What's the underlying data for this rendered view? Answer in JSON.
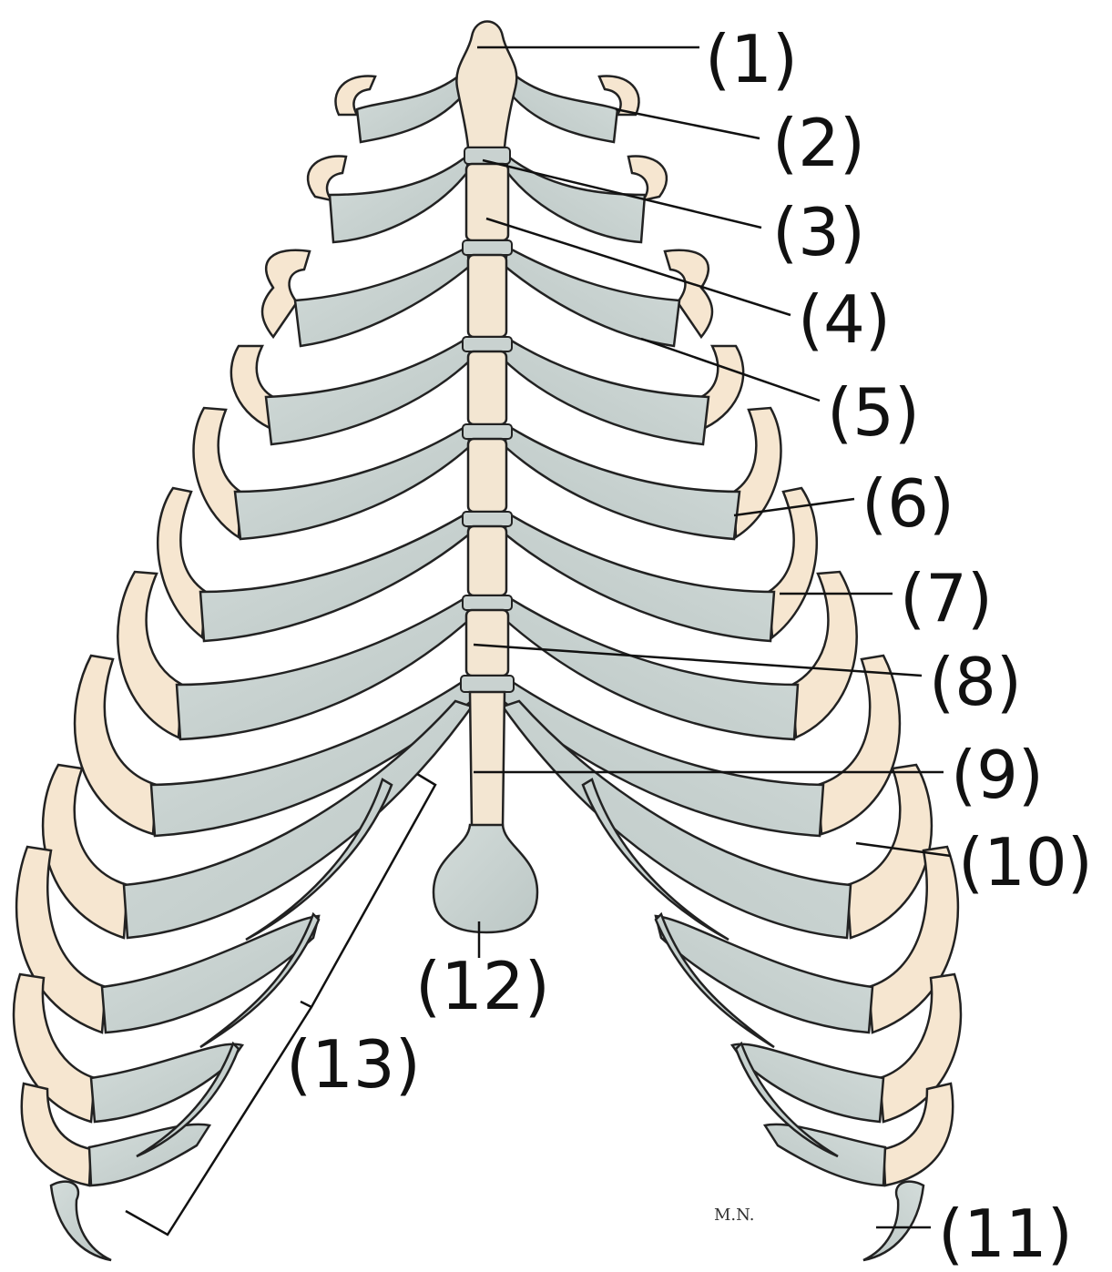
{
  "labels": {
    "l1": "(1)",
    "l2": "(2)",
    "l3": "(3)",
    "l4": "(4)",
    "l5": "(5)",
    "l6": "(6)",
    "l7": "(7)",
    "l8": "(8)",
    "l9": "(9)",
    "l10": "(10)",
    "l11": "(11)",
    "l12": "(12)",
    "l13": "(13)"
  },
  "signature": "M.N.",
  "colors": {
    "cartilage": "#c9d3d1",
    "bone": "#f3e6d2",
    "outline": "#222222",
    "label": "#111111"
  }
}
